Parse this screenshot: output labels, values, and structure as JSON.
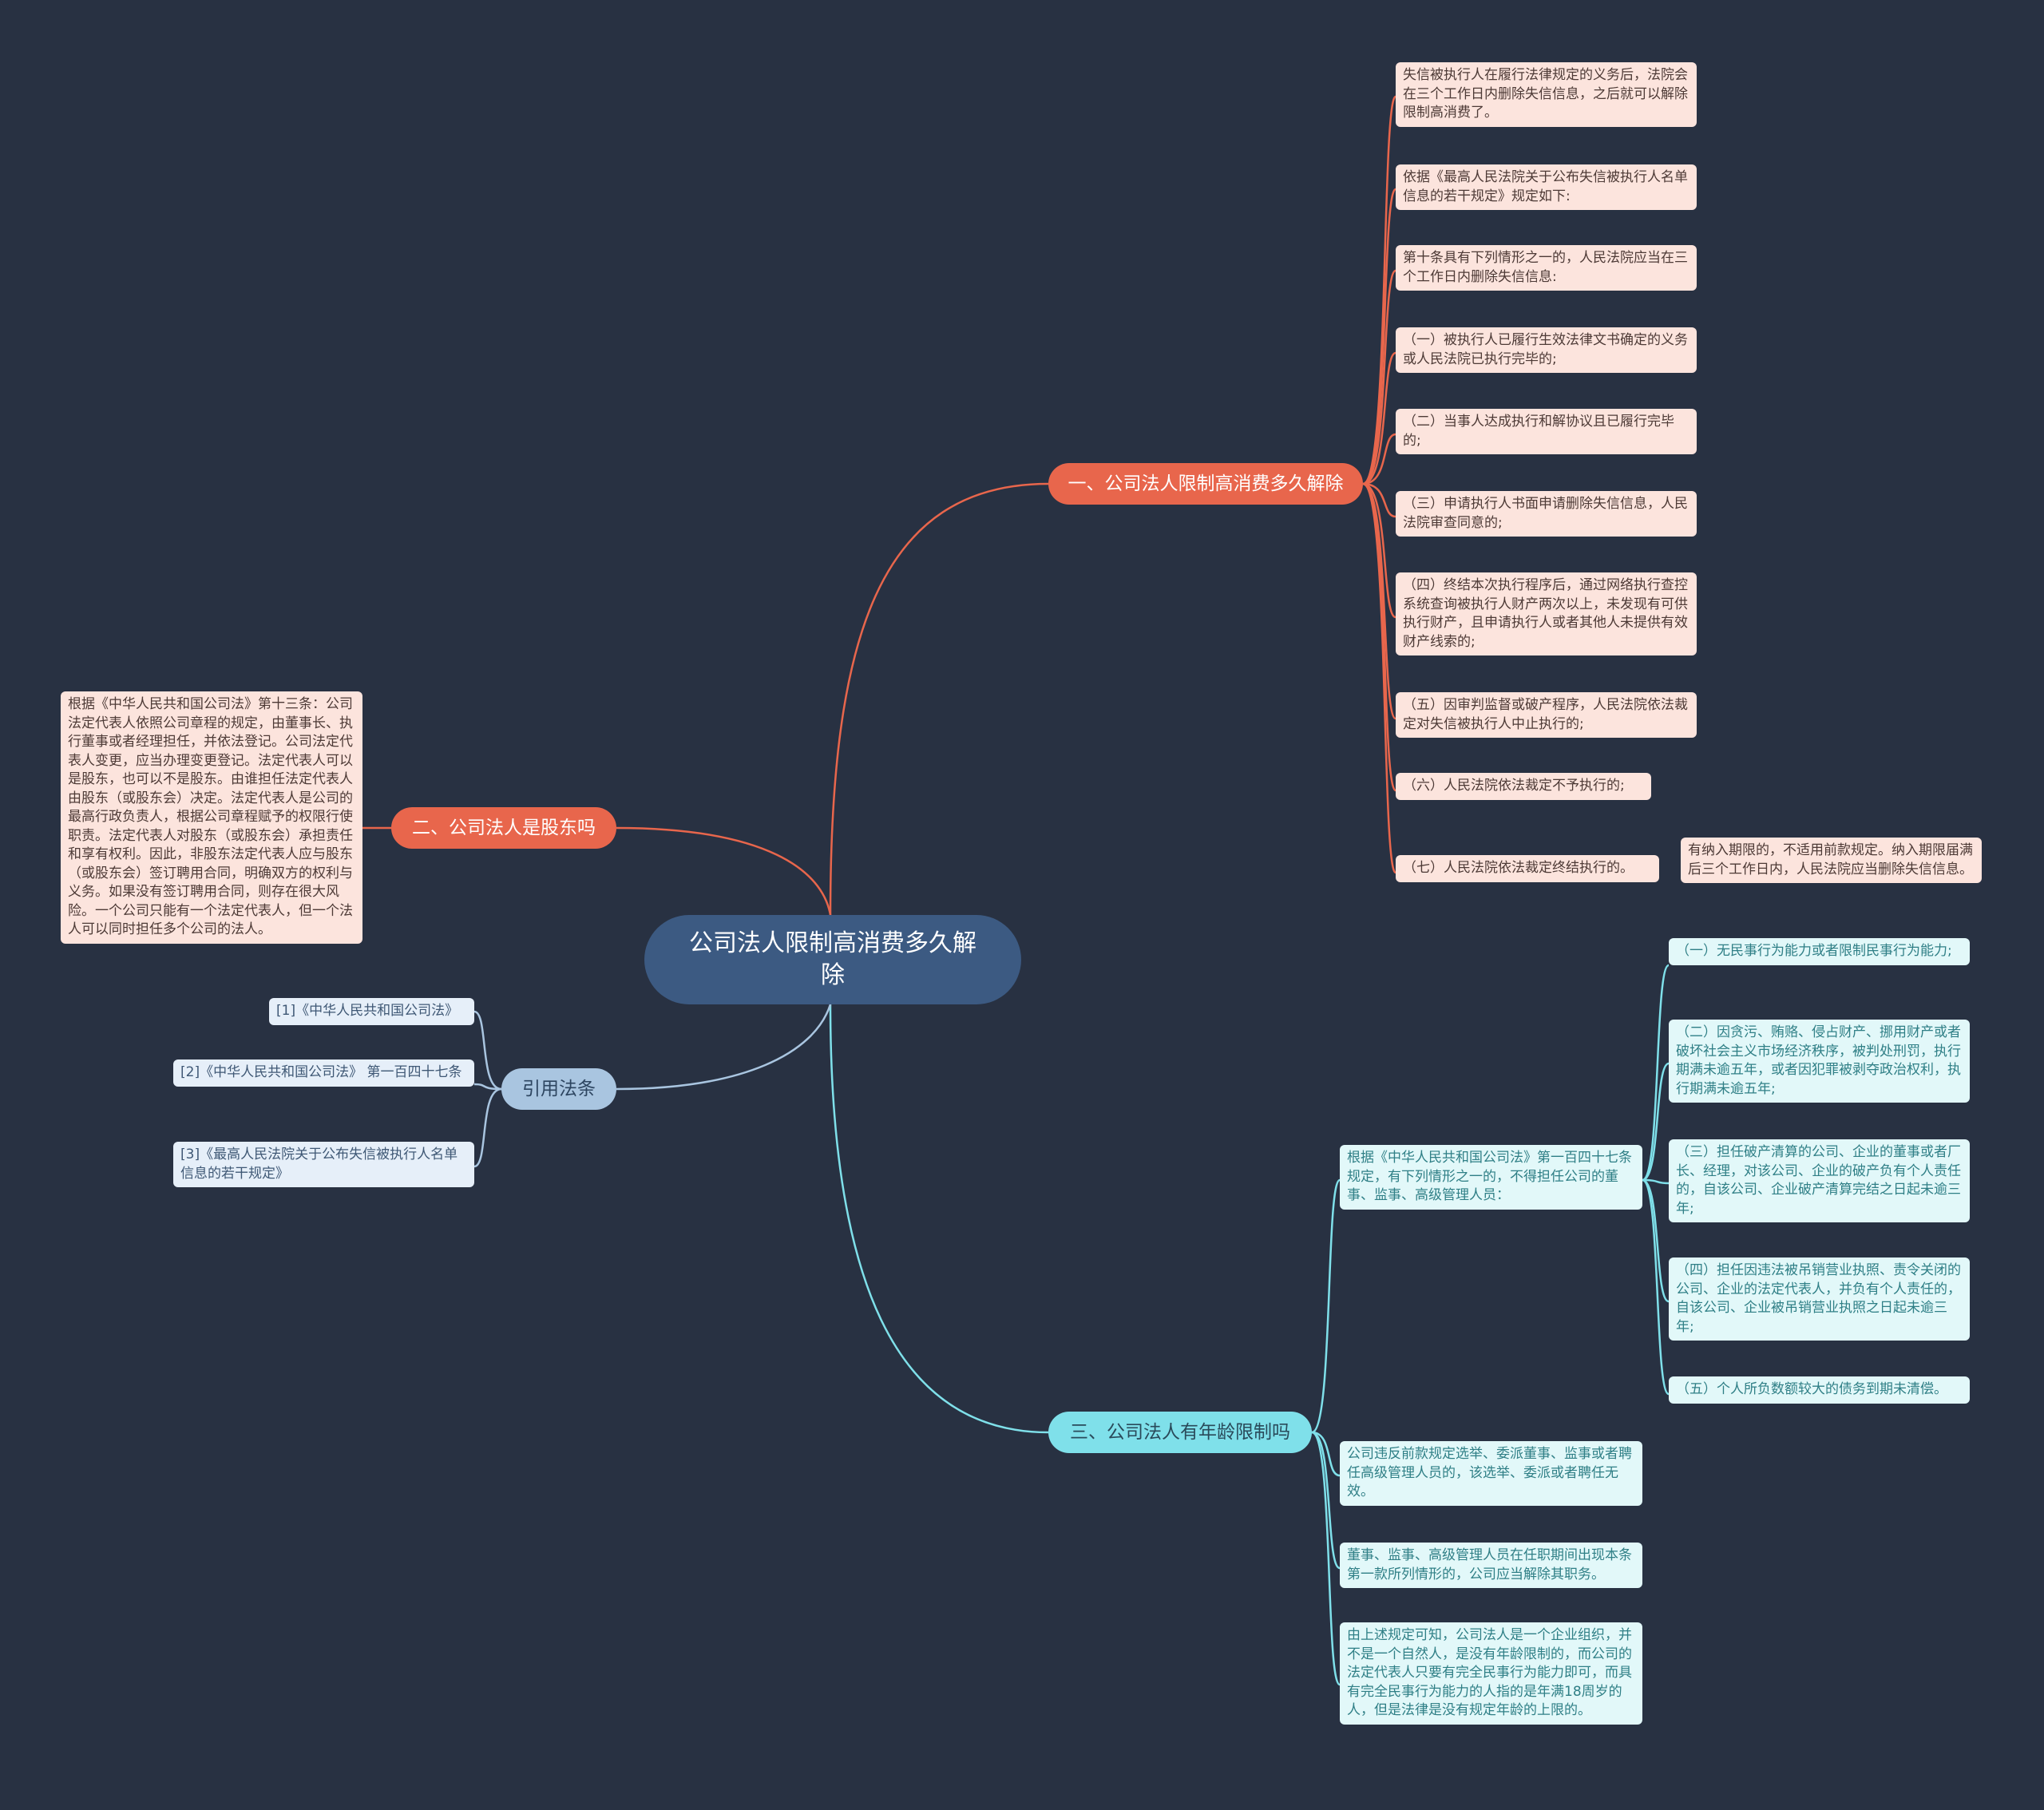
{
  "colors": {
    "background": "#283142",
    "root": "#3c5a82",
    "orange_branch": "#e8664c",
    "orange_leaf": "#fce4dd",
    "cyan_branch": "#7fe0ea",
    "cyan_leaf": "#e2f8f9",
    "blue_branch": "#a9c5e0",
    "blue_leaf": "#e6eff9"
  },
  "root": {
    "title": "公司法人限制高消费多久解除"
  },
  "branch1": {
    "label": "一、公司法人限制高消费多久解除",
    "items": [
      "失信被执行人在履行法律规定的义务后，法院会在三个工作日内删除失信信息，之后就可以解除限制高消费了。",
      "依据《最高人民法院关于公布失信被执行人名单信息的若干规定》规定如下:",
      "第十条具有下列情形之一的，人民法院应当在三个工作日内删除失信信息:",
      "（一）被执行人已履行生效法律文书确定的义务或人民法院已执行完毕的;",
      "（二）当事人达成执行和解协议且已履行完毕的;",
      "（三）申请执行人书面申请删除失信信息，人民法院审查同意的;",
      "（四）终结本次执行程序后，通过网络执行查控系统查询被执行人财产两次以上，未发现有可供执行财产，且申请执行人或者其他人未提供有效财产线索的;",
      "（五）因审判监督或破产程序，人民法院依法裁定对失信被执行人中止执行的;",
      "（六）人民法院依法裁定不予执行的;",
      "（七）人民法院依法裁定终结执行的。"
    ],
    "sub_item": "有纳入期限的，不适用前款规定。纳入期限届满后三个工作日内，人民法院应当删除失信信息。"
  },
  "branch2": {
    "label": "二、公司法人是股东吗",
    "text": "根据《中华人民共和国公司法》第十三条：公司法定代表人依照公司章程的规定，由董事长、执行董事或者经理担任，并依法登记。公司法定代表人变更，应当办理变更登记。法定代表人可以是股东，也可以不是股东。由谁担任法定代表人由股东（或股东会）决定。法定代表人是公司的最高行政负责人，根据公司章程赋予的权限行使职责。法定代表人对股东（或股东会）承担责任和享有权利。因此，非股东法定代表人应与股东（或股东会）签订聘用合同，明确双方的权利与义务。如果没有签订聘用合同，则存在很大风险。一个公司只能有一个法定代表人，但一个法人可以同时担任多个公司的法人。"
  },
  "branch3": {
    "label": "三、公司法人有年龄限制吗",
    "items": [
      "根据《中华人民共和国公司法》第一百四十七条规定，有下列情形之一的，不得担任公司的董事、监事、高级管理人员：",
      "公司违反前款规定选举、委派董事、监事或者聘任高级管理人员的，该选举、委派或者聘任无效。",
      "董事、监事、高级管理人员在任职期间出现本条第一款所列情形的，公司应当解除其职务。",
      "由上述规定可知，公司法人是一个企业组织，并不是一个自然人，是没有年龄限制的，而公司的法定代表人只要有完全民事行为能力即可，而具有完全民事行为能力的人指的是年满18周岁的人，但是法律是没有规定年龄的上限的。"
    ],
    "sub_items": [
      "（一）无民事行为能力或者限制民事行为能力;",
      "（二）因贪污、贿赂、侵占财产、挪用财产或者破坏社会主义市场经济秩序，被判处刑罚，执行期满未逾五年，或者因犯罪被剥夺政治权利，执行期满未逾五年;",
      "（三）担任破产清算的公司、企业的董事或者厂长、经理，对该公司、企业的破产负有个人责任的，自该公司、企业破产清算完结之日起未逾三年;",
      "（四）担任因违法被吊销营业执照、责令关闭的公司、企业的法定代表人，并负有个人责任的，自该公司、企业被吊销营业执照之日起未逾三年;",
      "（五）个人所负数额较大的债务到期未清偿。"
    ]
  },
  "branch4": {
    "label": "引用法条",
    "items": [
      "[1]《中华人民共和国公司法》",
      "[2]《中华人民共和国公司法》 第一百四十七条",
      "[3]《最高人民法院关于公布失信被执行人名单信息的若干规定》"
    ]
  }
}
